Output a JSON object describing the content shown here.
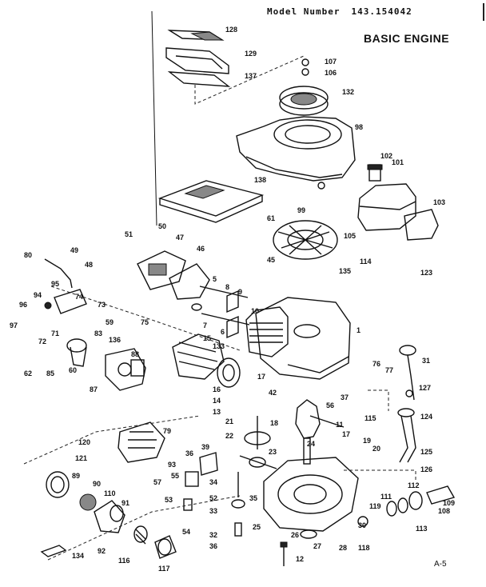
{
  "header": {
    "model_label": "Model Number",
    "model_number": "143.154042",
    "title": "BASIC ENGINE"
  },
  "page_code": "A-5",
  "callouts": [
    "128",
    "129",
    "137",
    "107",
    "106",
    "132",
    "98",
    "102",
    "101",
    "103",
    "138",
    "99",
    "61",
    "105",
    "114",
    "123",
    "50",
    "51",
    "47",
    "46",
    "49",
    "48",
    "80",
    "95",
    "94",
    "74",
    "73",
    "96",
    "97",
    "72",
    "71",
    "75",
    "59",
    "83",
    "62",
    "85",
    "60",
    "136",
    "88",
    "87",
    "45",
    "135",
    "5",
    "8",
    "9",
    "10",
    "7",
    "6",
    "133",
    "15",
    "16",
    "14",
    "13",
    "1",
    "31",
    "76",
    "77",
    "127",
    "42",
    "17",
    "56",
    "37",
    "115",
    "124",
    "18",
    "21",
    "11",
    "22",
    "17",
    "19",
    "20",
    "125",
    "120",
    "121",
    "79",
    "39",
    "36",
    "93",
    "55",
    "23",
    "24",
    "126",
    "89",
    "90",
    "110",
    "91",
    "57",
    "53",
    "52",
    "34",
    "35",
    "33",
    "112",
    "111",
    "119",
    "108",
    "109",
    "113",
    "54",
    "32",
    "36",
    "25",
    "26",
    "27",
    "28",
    "30",
    "118",
    "92",
    "116",
    "117",
    "134",
    "12"
  ]
}
